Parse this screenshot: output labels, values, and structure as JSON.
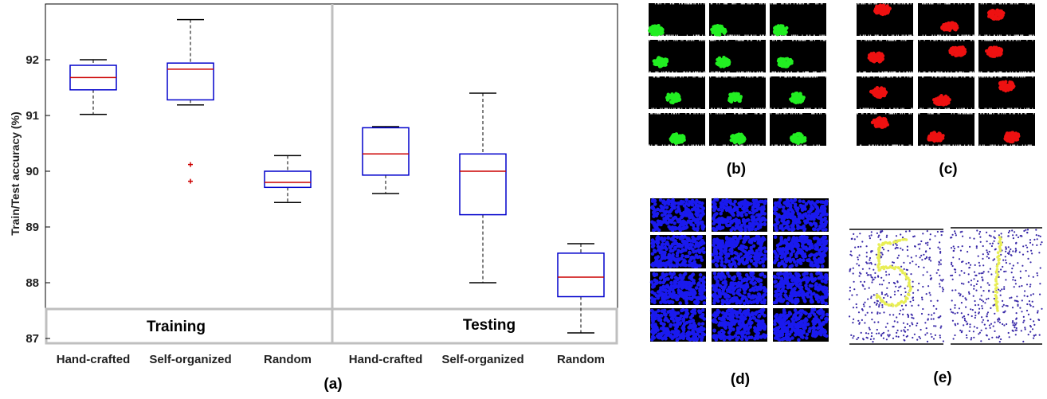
{
  "chart_data": {
    "type": "box",
    "ylabel": "Train/Test accuracy (%)",
    "ylim": [
      86.9,
      93.0
    ],
    "yticks": [
      "87",
      "88",
      "89",
      "90",
      "91",
      "92"
    ],
    "colors": {
      "box": "#0000cc",
      "median": "#cc0000",
      "whisker": "#000000",
      "outlier": "#cc0000",
      "divider": "#bfbfbf"
    },
    "groups": [
      {
        "label": "Training",
        "boxes": [
          {
            "category": "Hand-crafted",
            "min": 91.02,
            "q1": 91.46,
            "median": 91.68,
            "q3": 91.9,
            "max": 92.0,
            "outliers": []
          },
          {
            "category": "Self-organized",
            "min": 91.19,
            "q1": 91.28,
            "median": 91.83,
            "q3": 91.94,
            "max": 92.72,
            "outliers": [
              90.12,
              89.82
            ]
          },
          {
            "category": "Random",
            "min": 89.44,
            "q1": 89.71,
            "median": 89.8,
            "q3": 90.0,
            "max": 90.28,
            "outliers": []
          }
        ]
      },
      {
        "label": "Testing",
        "boxes": [
          {
            "category": "Hand-crafted",
            "min": 89.6,
            "q1": 89.93,
            "median": 90.31,
            "q3": 90.78,
            "max": 90.8,
            "outliers": []
          },
          {
            "category": "Self-organized",
            "min": 88.0,
            "q1": 89.22,
            "median": 90.0,
            "q3": 90.31,
            "max": 91.4,
            "outliers": []
          },
          {
            "category": "Random",
            "min": 87.1,
            "q1": 87.75,
            "median": 88.1,
            "q3": 88.53,
            "max": 88.7,
            "outliers": []
          }
        ]
      }
    ]
  },
  "panel_labels": {
    "a": "(a)",
    "b": "(b)",
    "c": "(c)",
    "d": "(d)",
    "e": "(e)"
  },
  "panel_colors": {
    "b": "#22ee22",
    "c": "#ee1111",
    "d": "#1a1aee",
    "e_dots": "#3a2aa8",
    "e_digit": "#e8ee55",
    "background": "#000000"
  }
}
